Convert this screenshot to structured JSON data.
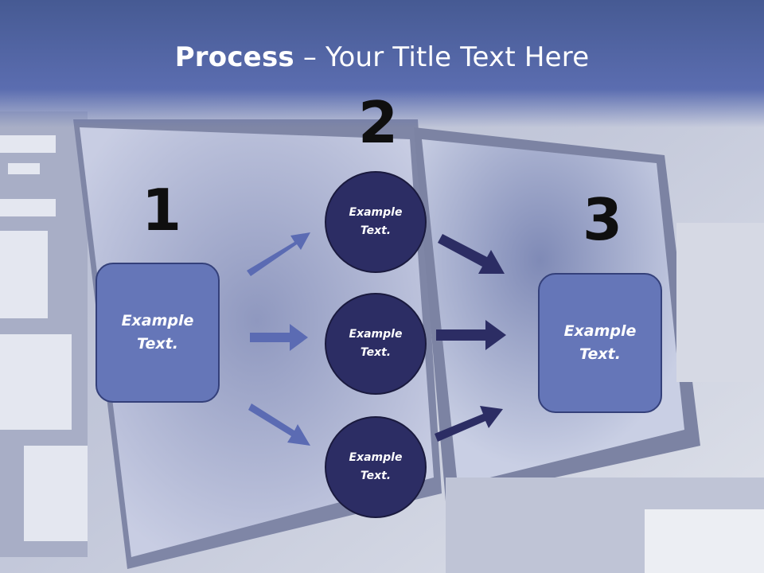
{
  "title": {
    "bold": "Process",
    "rest": " – Your Title Text Here"
  },
  "steps": [
    {
      "number": "1",
      "label_line1": "Example",
      "label_line2": "Text."
    },
    {
      "number": "2"
    },
    {
      "number": "3",
      "label_line1": "Example",
      "label_line2": "Text."
    }
  ],
  "circles": [
    {
      "label_line1": "Example",
      "label_line2": "Text."
    },
    {
      "label_line1": "Example",
      "label_line2": "Text."
    },
    {
      "label_line1": "Example",
      "label_line2": "Text."
    }
  ],
  "colors": {
    "header_blue": "#5868a8",
    "box_fill": "#6576b8",
    "circle_fill": "#2c2d64",
    "left_arrow": "#5b6bb3",
    "right_arrow": "#2c2d64"
  }
}
